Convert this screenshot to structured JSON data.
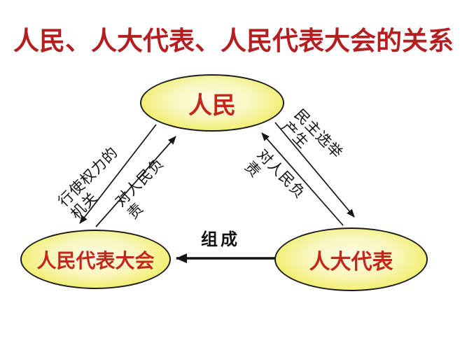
{
  "title": "人民、人大代表、人民代表大会的关系",
  "nodes": {
    "people": {
      "label": "人民"
    },
    "congress": {
      "label": "人民代表大会"
    },
    "deputies": {
      "label": "人大代表"
    }
  },
  "edges": {
    "exercise_power": {
      "label": "行使权力的机关",
      "from": "people",
      "to": "congress"
    },
    "responsible_left": {
      "label": "对人民负责",
      "from": "congress",
      "to": "people"
    },
    "democratic_election": {
      "label": "民主选举产生",
      "from": "people",
      "to": "deputies"
    },
    "responsible_right": {
      "label": "对人民负责",
      "from": "deputies",
      "to": "people"
    },
    "compose": {
      "label": "组成",
      "from": "deputies",
      "to": "congress"
    }
  },
  "colors": {
    "title_red": "#b41e1e",
    "node_text_red": "#c4261b",
    "node_fill_center": "#fdfce8",
    "node_fill_mid": "#f8f6bb",
    "node_fill_edge": "#efeb4d",
    "node_border": "#1d1d1d",
    "arrow_black": "#141414",
    "bg": "#ffffff"
  }
}
